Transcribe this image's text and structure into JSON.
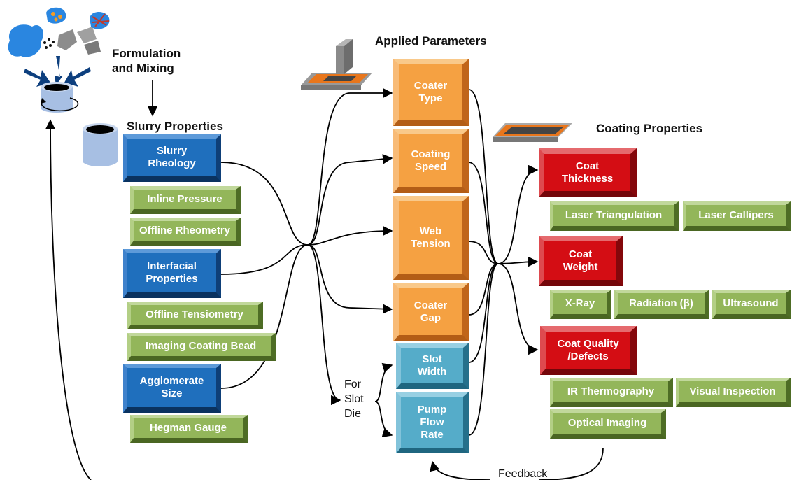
{
  "headings": {
    "formulation": "Formulation\nand Mixing",
    "slurry_properties": "Slurry Properties",
    "applied_parameters": "Applied Parameters",
    "coating_properties": "Coating Properties"
  },
  "slurry": {
    "rheology": "Slurry\nRheology",
    "interfacial": "Interfacial\nProperties",
    "agglomerate": "Agglomerate\nSize"
  },
  "slurry_methods": {
    "inline_pressure": "Inline Pressure",
    "offline_rheometry": "Offline Rheometry",
    "offline_tensiometry": "Offline Tensiometry",
    "imaging_coating_bead": "Imaging Coating Bead",
    "hegman_gauge": "Hegman Gauge"
  },
  "parameters": {
    "coater_type": "Coater\nType",
    "coating_speed": "Coating\nSpeed",
    "web_tension": "Web\nTension",
    "coater_gap": "Coater\nGap",
    "slot_width": "Slot\nWidth",
    "pump_flow_rate": "Pump\nFlow\nRate"
  },
  "slot_die_note": "For\nSlot\nDie",
  "coating": {
    "thickness": "Coat\nThickness",
    "weight": "Coat\nWeight",
    "quality": "Coat Quality\n/Defects"
  },
  "coating_methods": {
    "laser_triangulation": "Laser Triangulation",
    "laser_callipers": "Laser Callipers",
    "xray": "X-Ray",
    "radiation": "Radiation (β)",
    "ultrasound": "Ultrasound",
    "ir_thermography": "IR Thermography",
    "visual_inspection": "Visual Inspection",
    "optical_imaging": "Optical Imaging"
  },
  "feedback": "Feedback",
  "colors": {
    "blue": "#1f6fbd",
    "green": "#93b65a",
    "orange": "#f5a142",
    "teal": "#55acc9",
    "red": "#d40d14"
  }
}
